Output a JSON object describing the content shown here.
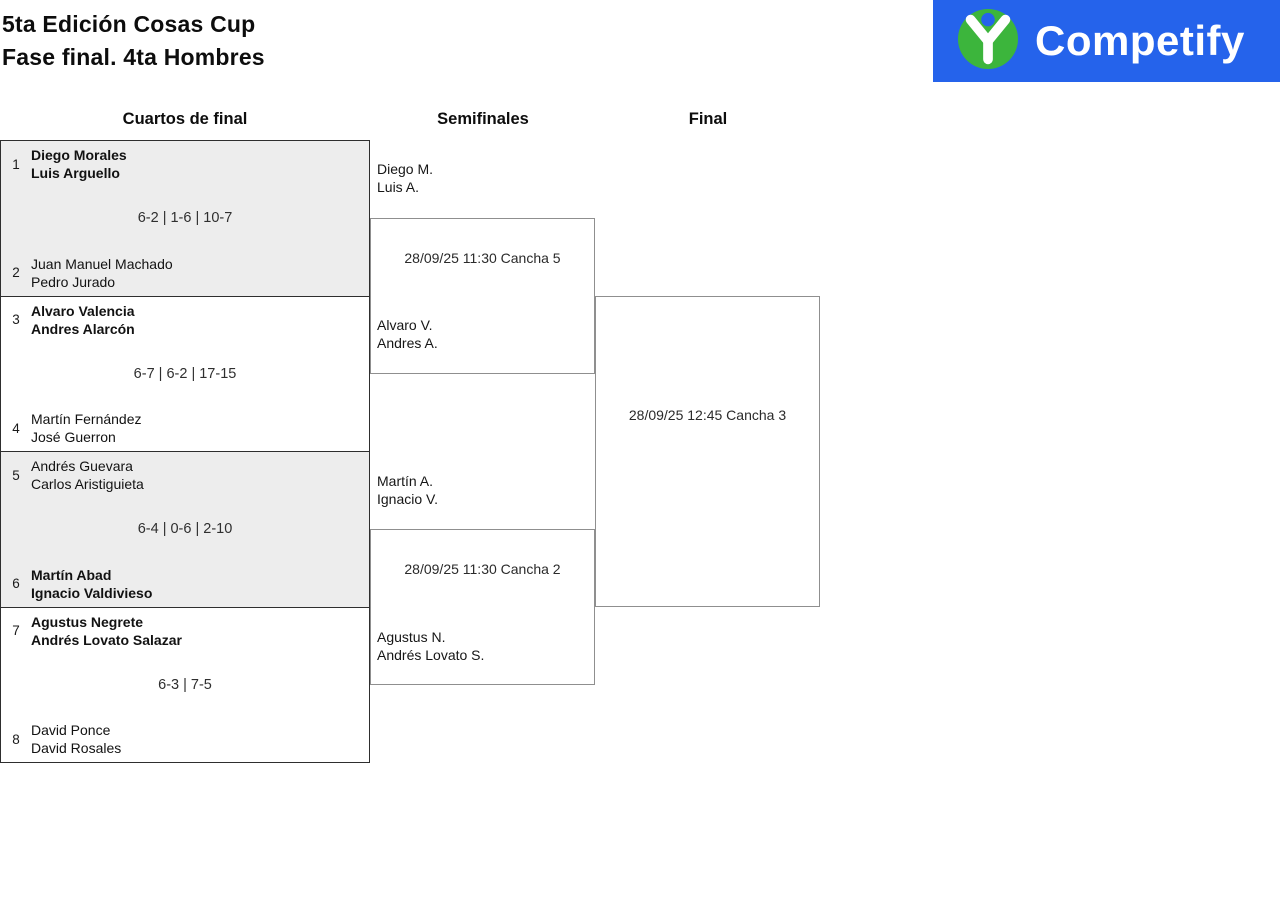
{
  "header": {
    "title_line1": "5ta Edición Cosas Cup",
    "title_line2": "Fase final. 4ta Hombres",
    "logo_text": "Competify"
  },
  "columns": {
    "quarterfinals": "Cuartos de final",
    "semifinals": "Semifinales",
    "final": "Final"
  },
  "quarterfinals": [
    {
      "top": {
        "seed": "1",
        "players": [
          "Diego Morales",
          "Luis Arguello"
        ],
        "winner": true
      },
      "score": "6-2 | 1-6 | 10-7",
      "bottom": {
        "seed": "2",
        "players": [
          "Juan Manuel Machado",
          "Pedro Jurado"
        ],
        "winner": false
      }
    },
    {
      "top": {
        "seed": "3",
        "players": [
          "Alvaro Valencia",
          "Andres Alarcón"
        ],
        "winner": true
      },
      "score": "6-7 | 6-2 | 17-15",
      "bottom": {
        "seed": "4",
        "players": [
          "Martín Fernández",
          "José Guerron"
        ],
        "winner": false
      }
    },
    {
      "top": {
        "seed": "5",
        "players": [
          "Andrés Guevara",
          "Carlos Aristiguieta"
        ],
        "winner": false
      },
      "score": "6-4 | 0-6 | 2-10",
      "bottom": {
        "seed": "6",
        "players": [
          "Martín Abad",
          "Ignacio Valdivieso"
        ],
        "winner": true
      }
    },
    {
      "top": {
        "seed": "7",
        "players": [
          "Agustus Negrete",
          "Andrés Lovato Salazar"
        ],
        "winner": true
      },
      "score": "6-3 | 7-5",
      "bottom": {
        "seed": "8",
        "players": [
          "David Ponce",
          "David Rosales"
        ],
        "winner": false
      }
    }
  ],
  "semifinals": [
    {
      "top_players": [
        "Diego M.",
        "Luis A."
      ],
      "bottom_players": [
        "Alvaro V.",
        "Andres A."
      ],
      "schedule": "28/09/25 11:30 Cancha 5"
    },
    {
      "top_players": [
        "Martín A.",
        "Ignacio V."
      ],
      "bottom_players": [
        "Agustus N.",
        "Andrés Lovato S."
      ],
      "schedule": "28/09/25 11:30 Cancha 2"
    }
  ],
  "final": {
    "schedule": "28/09/25 12:45 Cancha 3"
  },
  "colors": {
    "logo_background": "#2563eb",
    "logo_icon_green": "#3cb53c",
    "shaded_match_background": "#ededed"
  }
}
